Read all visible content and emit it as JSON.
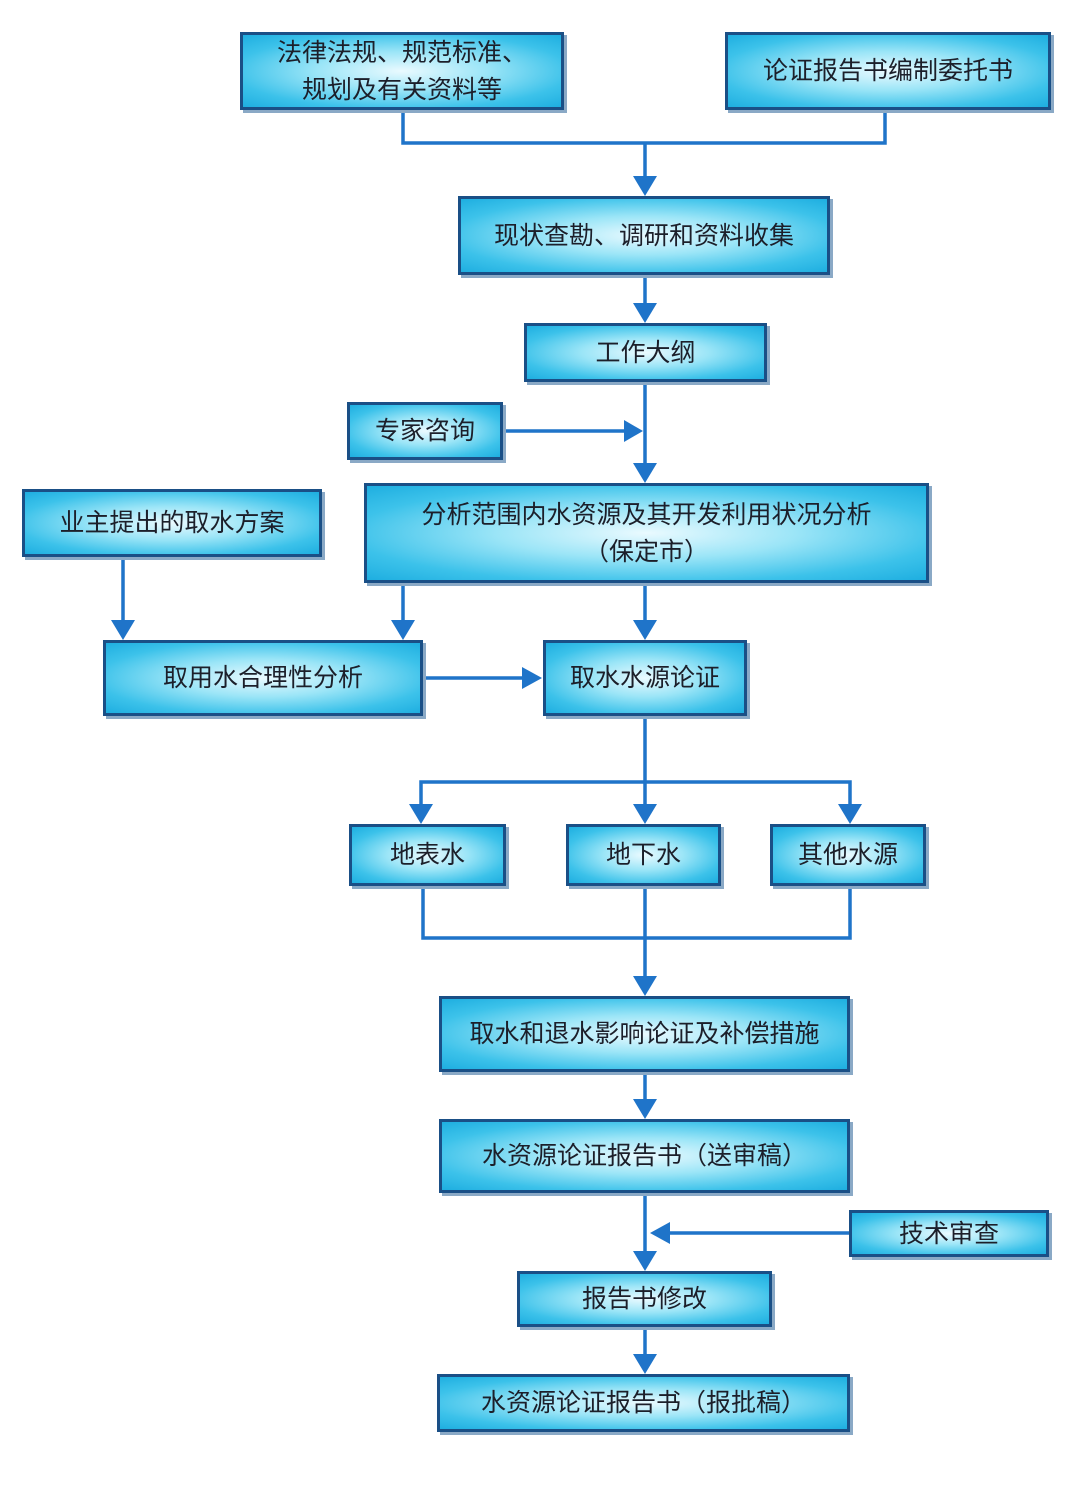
{
  "nodes": {
    "laws": "法律法规、规范标准、\n规划及有关资料等",
    "commission": "论证报告书编制委托书",
    "survey": "现状查勘、调研和资料收集",
    "outline": "工作大纲",
    "expert": "专家咨询",
    "owner_plan": "业主提出的取水方案",
    "analysis": "分析范围内水资源及其开发利用状况分析\n（保定市）",
    "rationality": "取用水合理性分析",
    "source_demo": "取水水源论证",
    "surface": "地表水",
    "ground": "地下水",
    "other": "其他水源",
    "impact": "取水和退水影响论证及补偿措施",
    "draft": "水资源论证报告书（送审稿）",
    "review": "技术审查",
    "revise": "报告书修改",
    "final": "水资源论证报告书（报批稿）"
  },
  "colors": {
    "box_fill": "#3cc2ea",
    "box_border": "#1a4f86",
    "arrow": "#1f74c9"
  }
}
